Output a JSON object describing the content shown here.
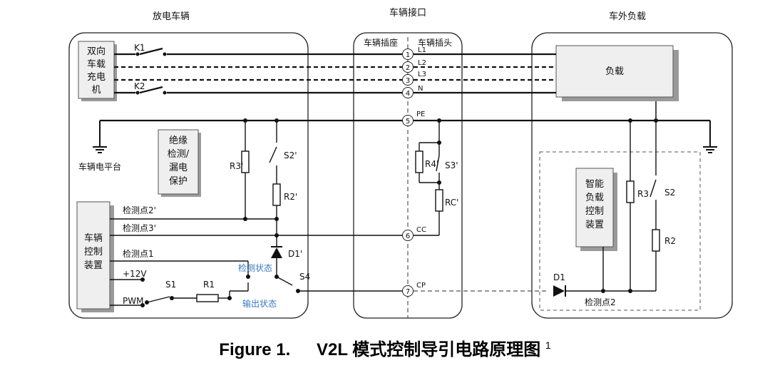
{
  "sections": {
    "vehicle": "放电车辆",
    "interface": "车辆接口",
    "external_load": "车外负载"
  },
  "interface_sub": {
    "socket": "车辆插座",
    "plug": "车辆插头"
  },
  "boxes": {
    "charger": [
      "双向",
      "车载",
      "充电",
      "机"
    ],
    "insulation": [
      "绝缘",
      "检测/",
      "漏电",
      "保护"
    ],
    "vcu": [
      "车辆",
      "控制",
      "装置"
    ],
    "load": "负载",
    "smart_load": [
      "智能",
      "负载",
      "控制",
      "装置"
    ]
  },
  "pins": [
    {
      "num": "1",
      "name": "L1"
    },
    {
      "num": "2",
      "name": "L2"
    },
    {
      "num": "3",
      "name": "L3"
    },
    {
      "num": "4",
      "name": "N"
    },
    {
      "num": "5",
      "name": "PE"
    },
    {
      "num": "6",
      "name": "CC"
    },
    {
      "num": "7",
      "name": "CP"
    }
  ],
  "components": {
    "k1": "K1",
    "k2": "K2",
    "r3p": "R3'",
    "s2p": "S2'",
    "r2p": "R2'",
    "r4p": "R4'",
    "s3p": "S3'",
    "rcp": "RC'",
    "d1p": "D1'",
    "s4": "S4",
    "s1": "S1",
    "r1": "R1",
    "r3": "R3",
    "s2": "S2",
    "r2": "R2",
    "d1": "D1"
  },
  "labels": {
    "platform": "车辆电平台",
    "det2p": "检测点2'",
    "det3p": "检测点3'",
    "det1": "检测点1",
    "v12": "+12V",
    "pwm": "PWM",
    "state_detect": "检测状态",
    "state_output": "输出状态",
    "det2": "检测点2"
  },
  "caption": {
    "figure": "Figure 1.",
    "title": "V2L 模式控制导引电路原理图",
    "footnote": "1"
  }
}
